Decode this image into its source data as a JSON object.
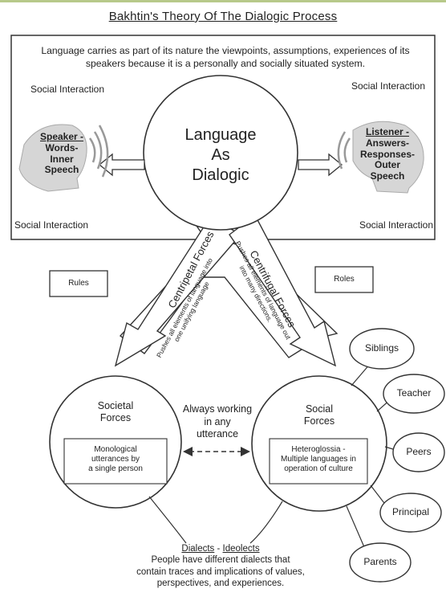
{
  "title": "Bakhtin's Theory Of The Dialogic Process",
  "intro": "Language carries as part of its nature the viewpoints, assumptions, experiences of its speakers because it is a personally and socially situated system.",
  "social_interaction": "Social Interaction",
  "social_interaction_stacked": "Social Interaction",
  "speaker": {
    "title": "Speaker -",
    "line2": "Words-",
    "line3": "Inner",
    "line4": "Speech"
  },
  "listener": {
    "title": "Listener -",
    "line2": "Answers-",
    "line3": "Responses-",
    "line4": "Outer",
    "line5": "Speech"
  },
  "center": {
    "line1": "Language",
    "line2": "As",
    "line3": "Dialogic"
  },
  "rules": "Rules",
  "roles": "Roles",
  "centripetal": {
    "label": "Centripetal Forces",
    "desc": "Pushes all elements of language into one unifying language"
  },
  "centrifugal": {
    "label": "Centrifugal Forces",
    "desc": "Pushes all elements of language out into many directions."
  },
  "societal": {
    "line1": "Societal",
    "line2": "Forces",
    "box1": "Monological",
    "box2": "utterances by",
    "box3": "a single person"
  },
  "always": {
    "line1": "Always working",
    "line2": "in any",
    "line3": "utterance"
  },
  "social": {
    "line1": "Social",
    "line2": "Forces",
    "box1": "Heteroglossia -",
    "box2": "Multiple languages in",
    "box3": "operation of culture"
  },
  "influences": [
    "Siblings",
    "Teacher",
    "Peers",
    "Principal",
    "Parents"
  ],
  "dialects": {
    "heading1": "Dialects",
    "sep": " - ",
    "heading2": "Ideolects",
    "line1": "People have different dialects that",
    "line2": "contain traces and implications of values,",
    "line3": "perspectives, and experiences."
  }
}
